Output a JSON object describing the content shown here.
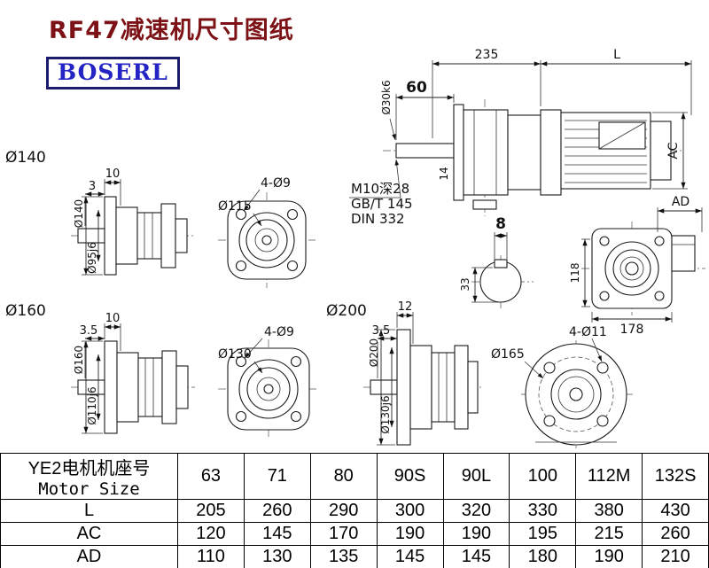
{
  "page": {
    "title": "RF47减速机尺寸图纸",
    "logo": "BOSERL"
  },
  "colors": {
    "title": "#7d1216",
    "logo_text": "#2424c4",
    "logo_border": "#1c1c6e",
    "line": "#1a1a1a"
  },
  "main_view": {
    "dim_235": "235",
    "dim_L": "L",
    "dim_60": "60",
    "shaft_dia": "Ø30k6",
    "dim_14": "14",
    "dim_AC": "AC",
    "note_line1": "M10深28",
    "note_line2": "GB/T 145",
    "note_line3": "DIN 332"
  },
  "shaft_section": {
    "dim_8": "8",
    "dim_33": "33"
  },
  "rear_view": {
    "dim_AD": "AD",
    "dim_118": "118",
    "dim_178": "178"
  },
  "flange140_view": {
    "label": "Ø140",
    "dim_10": "10",
    "dim_3": "3",
    "dia_outer": "Ø140",
    "dia_pilot": "Ø95j6"
  },
  "front115_view": {
    "holes": "4-Ø9",
    "dia": "Ø115"
  },
  "flange160_view": {
    "label": "Ø160",
    "dim_10": "10",
    "dim_3_5": "3.5",
    "dia_outer": "Ø160",
    "dia_pilot": "Ø110j6"
  },
  "front130_view": {
    "holes": "4-Ø9",
    "dia": "Ø130"
  },
  "flange200_view": {
    "label": "Ø200",
    "dim_12": "12",
    "dim_3_5": "3.5",
    "dia_outer": "Ø200",
    "dia_pilot": "Ø130j6"
  },
  "front165_view": {
    "holes": "4-Ø11",
    "dia": "Ø165"
  },
  "table": {
    "motor_row": {
      "label_cn": "YE2电机机座号",
      "label_en": "Motor Size",
      "values": [
        "63",
        "71",
        "80",
        "90S",
        "90L",
        "100",
        "112M",
        "132S"
      ]
    },
    "rows": [
      {
        "label": "L",
        "values": [
          "205",
          "260",
          "290",
          "300",
          "320",
          "330",
          "380",
          "430"
        ]
      },
      {
        "label": "AC",
        "values": [
          "120",
          "145",
          "170",
          "190",
          "190",
          "195",
          "215",
          "260"
        ]
      },
      {
        "label": "AD",
        "values": [
          "110",
          "130",
          "135",
          "145",
          "145",
          "180",
          "190",
          "210"
        ]
      }
    ]
  }
}
